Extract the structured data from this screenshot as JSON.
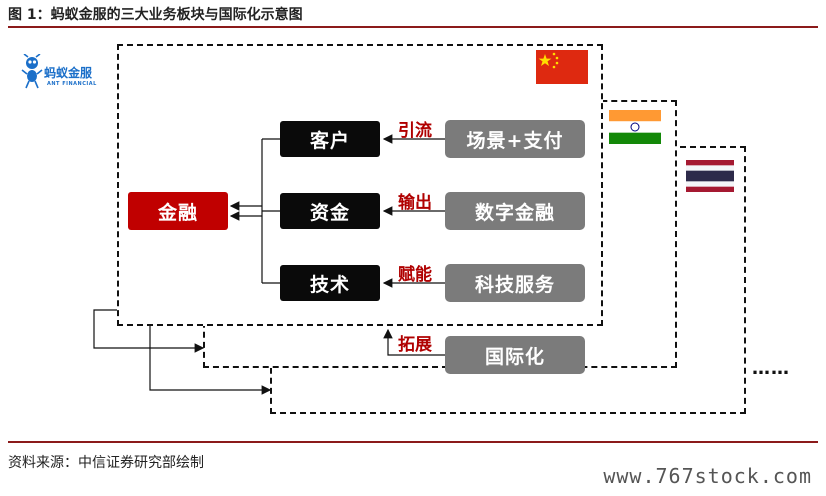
{
  "header": {
    "title": "图 1：蚂蚁金服的三大业务板块与国际化示意图"
  },
  "logo": {
    "name": "蚂蚁金服",
    "sub": "ANT FINANCIAL"
  },
  "nodes": {
    "finance": "金融",
    "customer": "客户",
    "funds": "资金",
    "tech": "技术",
    "scene_payment": "场景+支付",
    "digital_finance": "数字金融",
    "tech_service": "科技服务",
    "internationalization": "国际化"
  },
  "edges": {
    "attract": "引流",
    "output": "输出",
    "empower": "赋能",
    "expand": "拓展"
  },
  "flags": [
    "china-flag",
    "india-flag",
    "thailand-flag"
  ],
  "ellipsis": "……",
  "footer": {
    "source": "资料来源：中信证券研究部绘制"
  },
  "watermark": "www.767stock.com",
  "colors": {
    "accent_red": "#c00000",
    "dark_box": "#0a0a0a",
    "gray_box": "#7b7b7b",
    "rule": "#8b1a1a"
  }
}
